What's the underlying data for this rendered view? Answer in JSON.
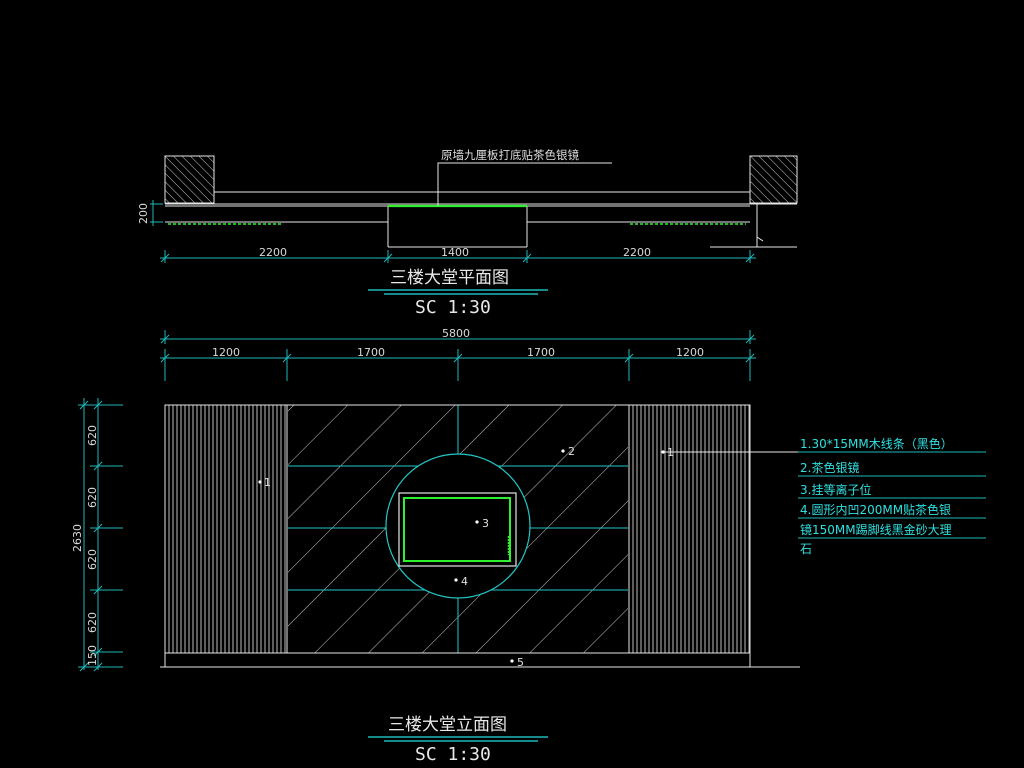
{
  "plan": {
    "note": "原墙九厘板打底贴茶色银镜",
    "depth_dim": "200",
    "dims": [
      "2200",
      "1400",
      "2200"
    ],
    "title": "三楼大堂平面图",
    "scale": "SC  1:30"
  },
  "elevation": {
    "total_dim": "5800",
    "dims": [
      "1200",
      "1700",
      "1700",
      "1200"
    ],
    "height_total": "2630",
    "height_dims": [
      "620",
      "620",
      "620",
      "620",
      "150"
    ],
    "tags": [
      "1",
      "1",
      "2",
      "3",
      "4",
      "5"
    ],
    "legend": [
      "1.30*15MM木线条（黑色）",
      "2.茶色银镜",
      "3.挂等离子位",
      "4.圆形内凹200MM贴茶色银",
      "镜150MM踢脚线黑金砂大理",
      "石"
    ],
    "title": "三楼大堂立面图",
    "scale": "SC  1:30"
  }
}
